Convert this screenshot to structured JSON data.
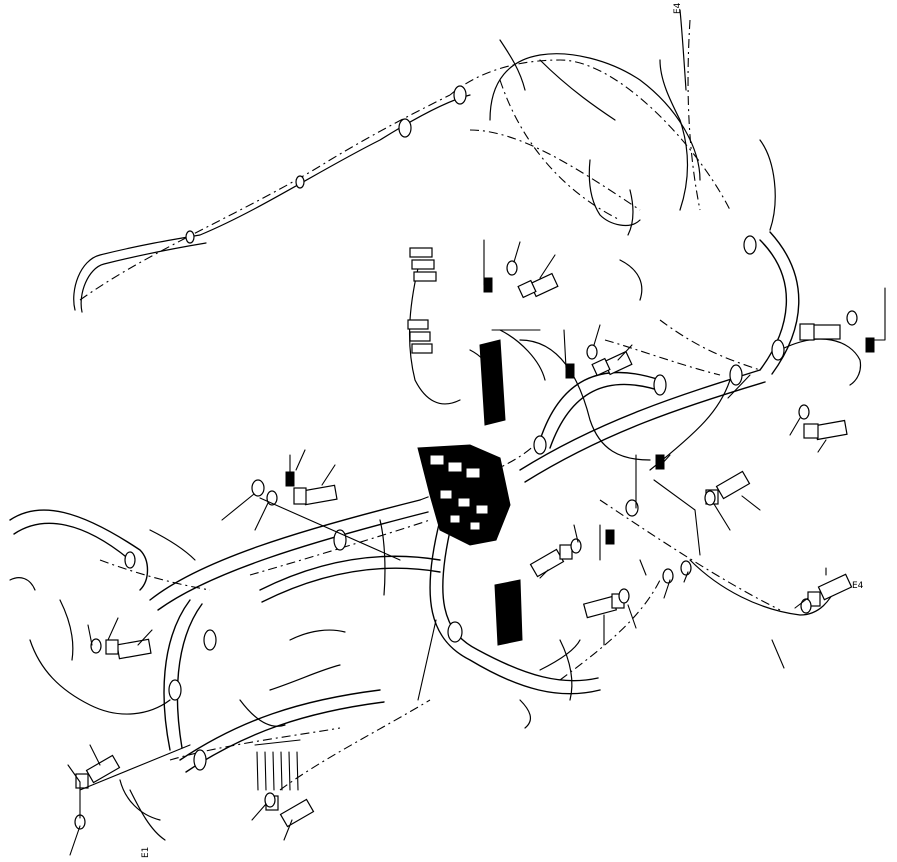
{
  "drawing": {
    "labels": {
      "top_right": "E4",
      "bottom_left": "E1",
      "right_lower": "E4"
    }
  }
}
